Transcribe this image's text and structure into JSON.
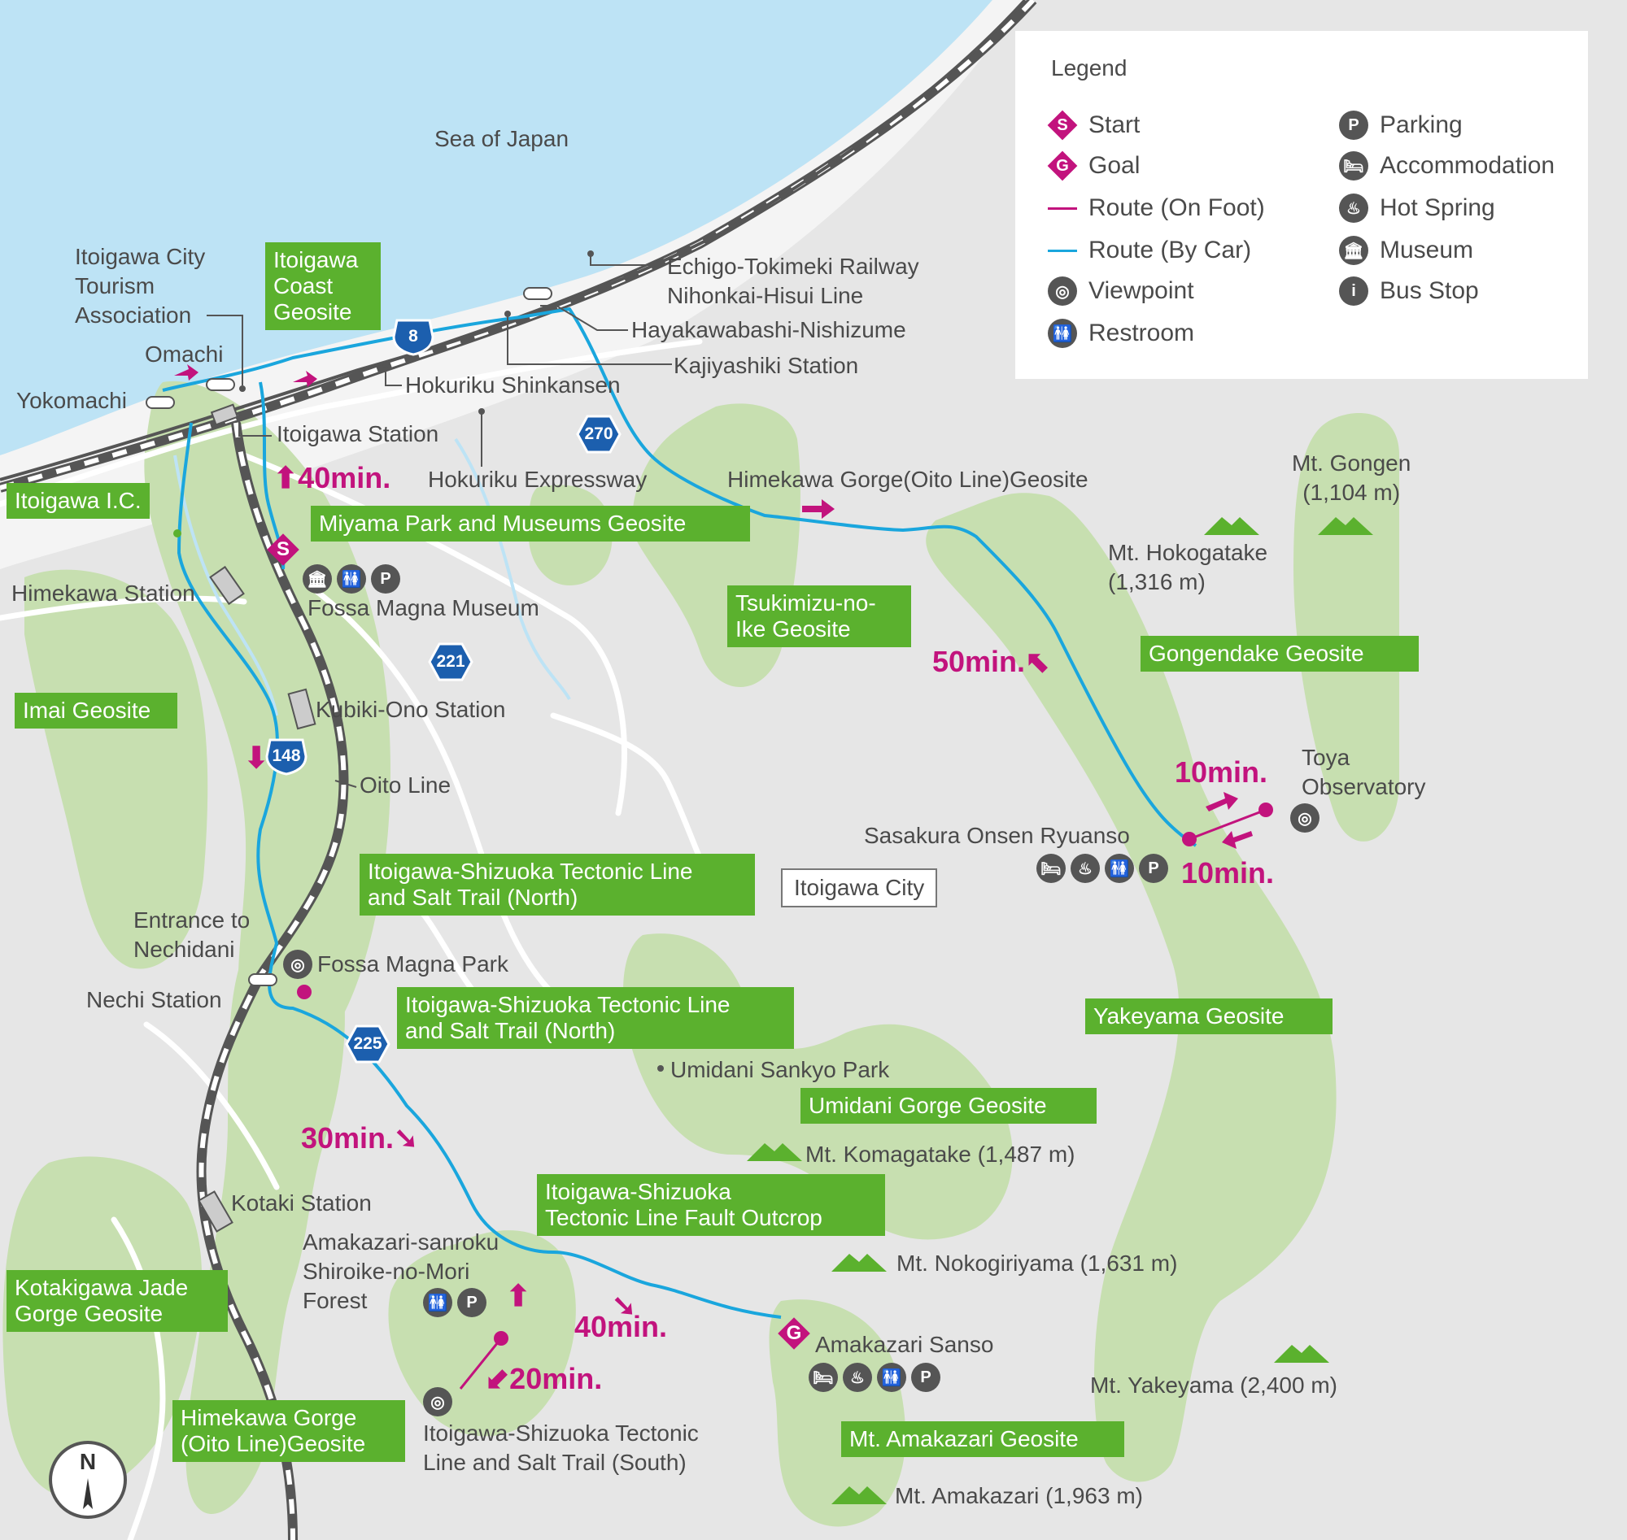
{
  "colors": {
    "sea": "#bde3f5",
    "land": "#e6e6e6",
    "geosite_area": "#c7dfb0",
    "geosite_label": "#5bb12e",
    "route_foot": "#c2137d",
    "route_car": "#1aa6dd",
    "road": "#ffffff",
    "rail": "#555555",
    "icon": "#555555",
    "mountain": "#5bb12e",
    "shield": "#1c5fae"
  },
  "map": {
    "sea_label": "Sea of Japan",
    "city_label": "Itoigawa City",
    "places": [
      {
        "id": "tourism-association",
        "text": "Itoigawa City\nTourism\nAssociation"
      },
      {
        "id": "omachi",
        "text": "Omachi"
      },
      {
        "id": "yokomachi",
        "text": "Yokomachi"
      },
      {
        "id": "itoigawa-station",
        "text": "Itoigawa Station"
      },
      {
        "id": "hokuriku-shinkansen",
        "text": "Hokuriku Shinkansen"
      },
      {
        "id": "kajiyashiki-station",
        "text": "Kajiyashiki Station"
      },
      {
        "id": "hayakawabashi",
        "text": "Hayakawabashi-Nishizume"
      },
      {
        "id": "echigo-railway",
        "text": "Echigo-Tokimeki Railway\nNihonkai-Hisui Line"
      },
      {
        "id": "hokuriku-expressway",
        "text": "Hokuriku Expressway"
      },
      {
        "id": "himekawa-station",
        "text": "Himekawa Station"
      },
      {
        "id": "fossa-magna-museum",
        "text": "Fossa Magna Museum"
      },
      {
        "id": "kubiki-ono-station",
        "text": "Kubiki-Ono Station"
      },
      {
        "id": "oito-line",
        "text": "Oito Line"
      },
      {
        "id": "entrance-nechidani",
        "text": "Entrance to\nNechidani"
      },
      {
        "id": "fossa-magna-park",
        "text": "Fossa Magna Park"
      },
      {
        "id": "nechi-station",
        "text": "Nechi Station"
      },
      {
        "id": "umidani-sankyo-park",
        "text": "Umidani Sankyo Park"
      },
      {
        "id": "kotaki-station",
        "text": "Kotaki Station"
      },
      {
        "id": "amakazari-forest",
        "text": "Amakazari-sanroku\nShiroike-no-Mori\nForest"
      },
      {
        "id": "amakazari-sanso",
        "text": "Amakazari Sanso"
      },
      {
        "id": "salt-trail-south",
        "text": "Itoigawa-Shizuoka Tectonic\nLine and Salt Trail (South)"
      },
      {
        "id": "sasakura-onsen",
        "text": "Sasakura Onsen Ryuanso"
      },
      {
        "id": "toya-observatory",
        "text": "Toya\nObservatory"
      },
      {
        "id": "mt-gongen",
        "text": "Mt. Gongen\n(1,104 m)"
      },
      {
        "id": "mt-hokogatake",
        "text": "Mt. Hokogatake\n(1,316 m)"
      },
      {
        "id": "mt-komagatake",
        "text": "Mt. Komagatake (1,487 m)"
      },
      {
        "id": "mt-nokogiriyama",
        "text": "Mt. Nokogiriyama (1,631 m)"
      },
      {
        "id": "mt-yakeyama",
        "text": "Mt. Yakeyama (2,400 m)"
      },
      {
        "id": "mt-amakazari",
        "text": "Mt. Amakazari (1,963 m)"
      }
    ],
    "geosites": [
      {
        "id": "coast",
        "text": "Itoigawa\nCoast\nGeosite"
      },
      {
        "id": "ic",
        "text": "Itoigawa I.C."
      },
      {
        "id": "miyama",
        "text": "Miyama Park and Museums Geosite"
      },
      {
        "id": "tsukimizu",
        "text": "Tsukimizu-no-\nIke Geosite"
      },
      {
        "id": "gongendake",
        "text": "Gongendake Geosite"
      },
      {
        "id": "imai",
        "text": "Imai Geosite"
      },
      {
        "id": "salt-north-1",
        "text": "Itoigawa-Shizuoka Tectonic Line\nand Salt Trail (North)"
      },
      {
        "id": "salt-north-2",
        "text": "Itoigawa-Shizuoka Tectonic Line\nand Salt Trail (North)"
      },
      {
        "id": "yakeyama",
        "text": "Yakeyama Geosite"
      },
      {
        "id": "umidani",
        "text": "Umidani Gorge Geosite"
      },
      {
        "id": "fault-outcrop",
        "text": "Itoigawa-Shizuoka\nTectonic Line Fault Outcrop"
      },
      {
        "id": "kotakigawa",
        "text": "Kotakigawa Jade\nGorge Geosite"
      },
      {
        "id": "himekawa-oito",
        "text": "Himekawa Gorge\n(Oito Line)Geosite"
      },
      {
        "id": "amakazari",
        "text": "Mt. Amakazari Geosite"
      }
    ],
    "himekawa_gorge_label": "Himekawa Gorge(Oito Line)Geosite",
    "times": [
      "40min.",
      "50min.",
      "10min.",
      "10min.",
      "30min.",
      "40min.",
      "20min."
    ],
    "roads": [
      "8",
      "270",
      "221",
      "148",
      "225"
    ],
    "markers": {
      "start": "S",
      "goal": "G"
    },
    "north": "N"
  },
  "legend": {
    "title": "Legend",
    "items": [
      {
        "label": "Start",
        "icon": "start-diamond"
      },
      {
        "label": "Goal",
        "icon": "goal-diamond"
      },
      {
        "label": "Route (On Foot)",
        "icon": "foot-route-line"
      },
      {
        "label": "Route (By Car)",
        "icon": "car-route-line"
      },
      {
        "label": "Viewpoint",
        "icon": "binoculars-icon"
      },
      {
        "label": "Restroom",
        "icon": "restroom-icon"
      },
      {
        "label": "Parking",
        "icon": "parking-icon"
      },
      {
        "label": "Accommodation",
        "icon": "bed-icon"
      },
      {
        "label": "Hot Spring",
        "icon": "hot-spring-icon"
      },
      {
        "label": "Museum",
        "icon": "museum-icon"
      },
      {
        "label": "Bus Stop",
        "icon": "bus-stop-icon"
      }
    ]
  }
}
